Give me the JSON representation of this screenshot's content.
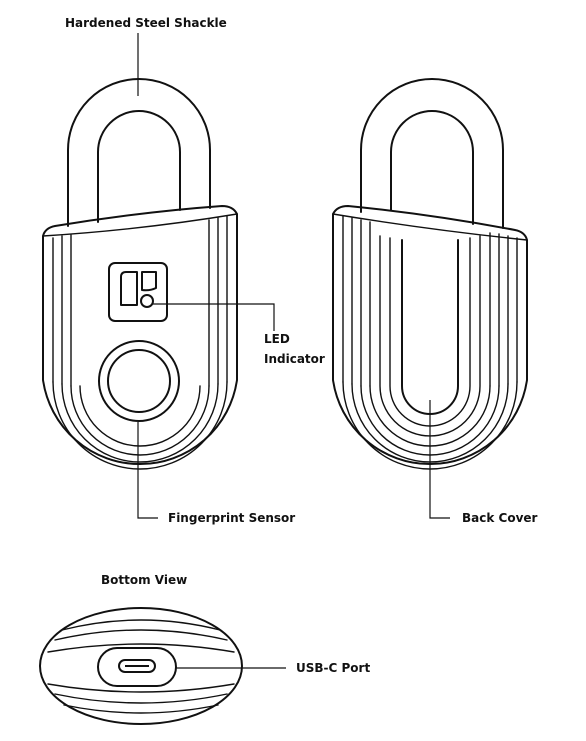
{
  "labels": {
    "shackle": "Hardened Steel Shackle",
    "led_line1": "LED",
    "led_line2": "Indicator",
    "fingerprint": "Fingerprint Sensor",
    "back_cover": "Back Cover",
    "bottom_view": "Bottom View",
    "usbc": "USB-C Port"
  },
  "icons": {
    "front": "padlock-front-icon",
    "back": "padlock-back-icon",
    "bottom": "padlock-bottom-icon",
    "logo": "brand-logo-icon",
    "port": "usb-c-port-icon"
  },
  "colors": {
    "line": "#111111",
    "background": "#ffffff"
  }
}
